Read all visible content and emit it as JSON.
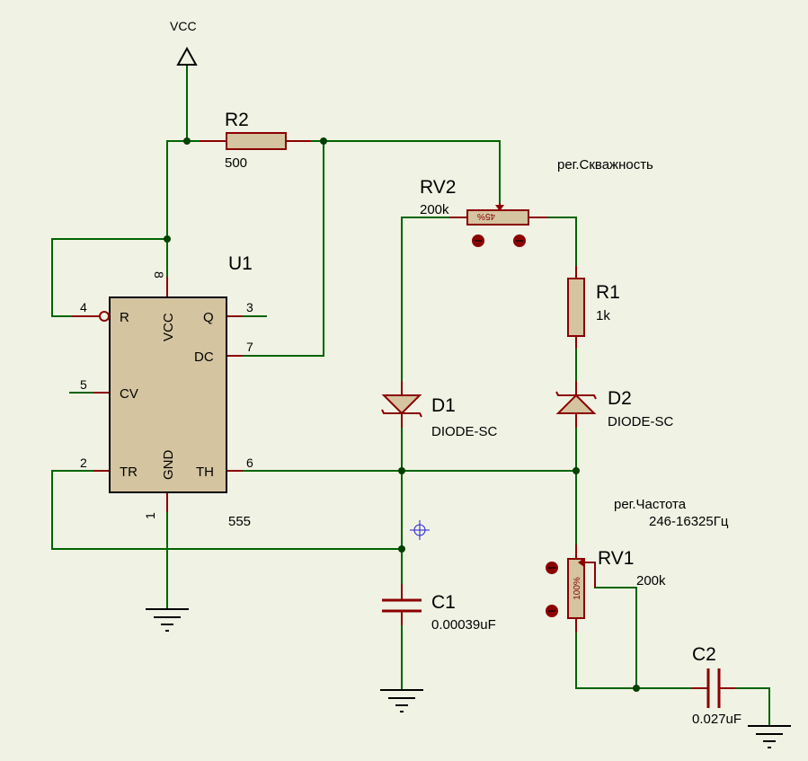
{
  "colors": {
    "background": "#f0f2e4",
    "wire": "#006400",
    "component": "#8b0000",
    "body_fill": "#d4c4a0",
    "text": "#000000"
  },
  "labels": {
    "vcc": "VCC",
    "r2": {
      "name": "R2",
      "value": "500"
    },
    "rv2": {
      "name": "RV2",
      "value": "200k",
      "setting": "45%"
    },
    "rv2_note": "рег.Скважность",
    "r1": {
      "name": "R1",
      "value": "1k"
    },
    "d1": {
      "name": "D1",
      "value": "DIODE-SC"
    },
    "d2": {
      "name": "D2",
      "value": "DIODE-SC"
    },
    "u1": {
      "name": "U1",
      "value": "555"
    },
    "c1": {
      "name": "C1",
      "value": "0.00039uF"
    },
    "rv1": {
      "name": "RV1",
      "value": "200k",
      "setting": "100%"
    },
    "rv1_note_1": "рег.Частота",
    "rv1_note_2": "246-16325Гц",
    "c2": {
      "name": "C2",
      "value": "0.027uF"
    }
  },
  "chip": {
    "pins": {
      "p1": "1",
      "p2": "2",
      "p3": "3",
      "p4": "4",
      "p5": "5",
      "p6": "6",
      "p7": "7",
      "p8": "8"
    },
    "pin_names": {
      "r": "R",
      "q": "Q",
      "vcc": "VCC",
      "dc": "DC",
      "cv": "CV",
      "tr": "TR",
      "gnd": "GND",
      "th": "TH"
    }
  },
  "icons": [
    "power-terminal-icon",
    "ground-icon",
    "probe-crosshair-icon",
    "junction-dot-icon"
  ]
}
